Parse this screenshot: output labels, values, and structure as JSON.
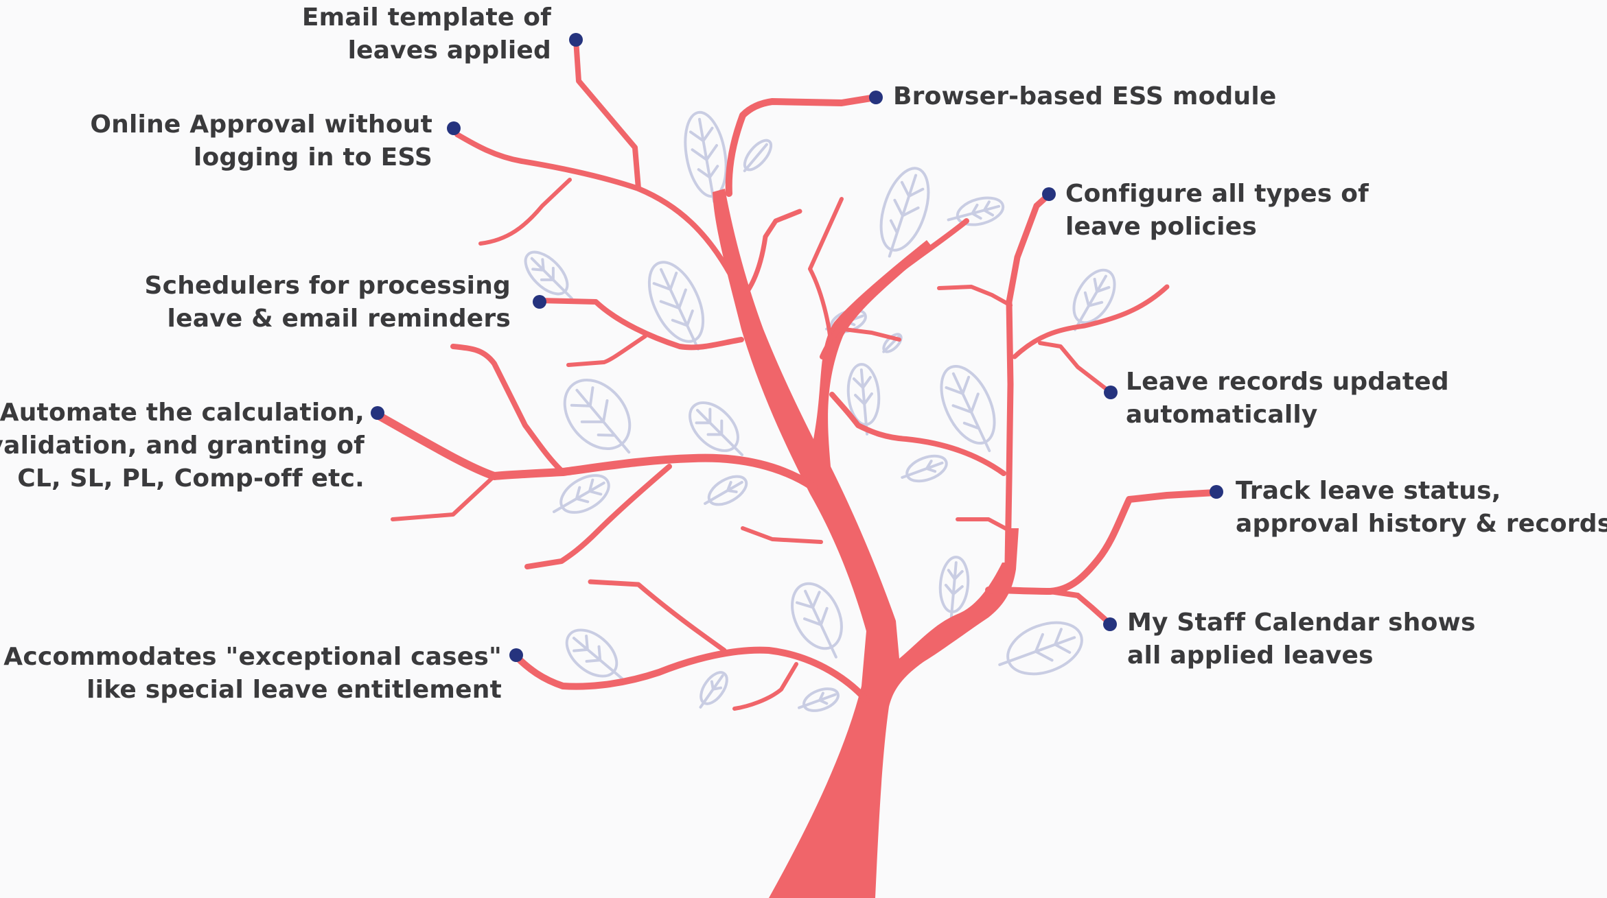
{
  "colors": {
    "background": "#fafafb",
    "branch": "#f0656a",
    "leaf": "#c9cde3",
    "dot": "#25337e",
    "text": "#3a3a3c"
  },
  "labels": {
    "email_template": [
      "Email template of",
      "leaves applied"
    ],
    "online_approval": [
      "Online Approval without",
      "logging in to ESS"
    ],
    "schedulers": [
      "Schedulers for processing",
      "leave & email reminders"
    ],
    "automate": [
      "Automate the calculation,",
      "validation, and granting of",
      "CL, SL, PL, Comp-off etc."
    ],
    "accommodates": [
      "Accommodates \"exceptional cases\"",
      "like special leave entitlement"
    ],
    "browser_ess": [
      "Browser-based ESS module"
    ],
    "configure": [
      "Configure all types of",
      "leave policies"
    ],
    "leave_records": [
      "Leave records updated",
      "automatically"
    ],
    "track_status": [
      "Track leave status,",
      "approval history & records"
    ],
    "staff_calendar": [
      "My Staff Calendar shows",
      "all applied leaves"
    ]
  }
}
